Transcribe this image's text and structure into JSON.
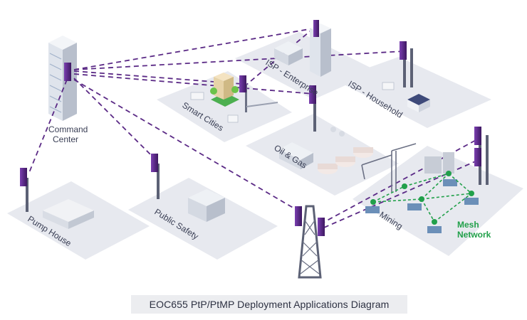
{
  "caption": "EOC655 PtP/PtMP Deployment Applications Diagram",
  "command_center": {
    "line1": "Command",
    "line2": "Center"
  },
  "zones": {
    "isp_enterprise": "ISP - Enterprise",
    "isp_household": "ISP - Household",
    "smart_cities": "Smart Cities",
    "oil_gas": "Oil & Gas",
    "mining": "Mining",
    "pump_house": "Pump House",
    "public_safety": "Public Safety"
  },
  "mesh": {
    "line1": "Mesh",
    "line2": "Network"
  },
  "colors": {
    "link": "#5b2a86",
    "mesh": "#21a04a",
    "platform": "#e6e8ee",
    "antenna": "#4a1f72",
    "tower": "#6b7084",
    "building": "#dfe3ea",
    "caption_bg": "#ecedf0"
  }
}
